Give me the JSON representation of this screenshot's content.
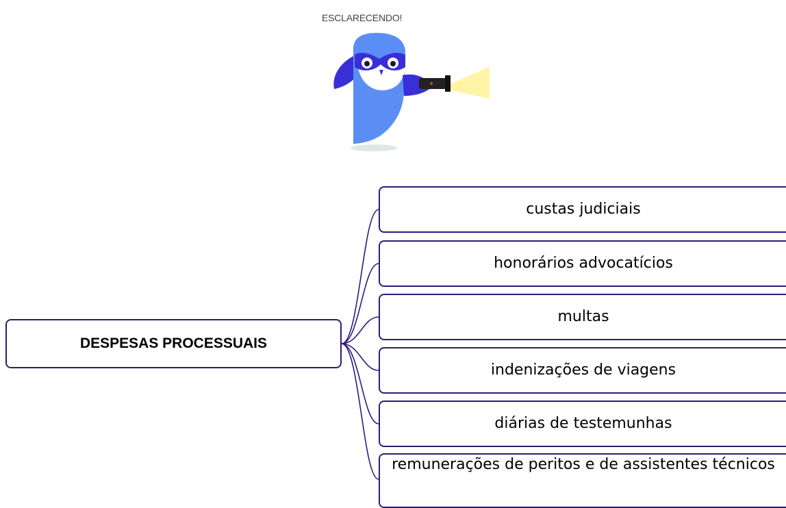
{
  "mascot": {
    "caption": "ESCLARECENDO!"
  },
  "diagram": {
    "root": "DESPESAS PROCESSUAIS",
    "children": [
      "custas judiciais",
      "honorários advocatícios",
      "multas",
      "indenizações de viagens",
      "diárias de testemunhas",
      "remunerações de peritos e de assistentes técnicos"
    ]
  },
  "colors": {
    "border": "#2e1a7a",
    "owl_body": "#5b8ef5",
    "owl_dark": "#3a2fd6",
    "beam": "#fff3a6"
  }
}
